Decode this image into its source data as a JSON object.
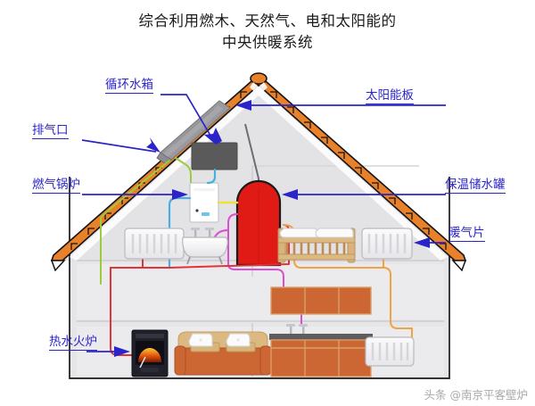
{
  "title": {
    "line1": "综合利用燃木、天然气、电和太阳能的",
    "line2": "中央供暖系统"
  },
  "labels": {
    "circulation_tank": "循环水箱",
    "exhaust_vent": "排气口",
    "gas_boiler": "燃气锅炉",
    "hot_water_stove": "热水火炉",
    "solar_panel": "太阳能板",
    "insulated_storage_tank": "保温储水罐",
    "radiator": "暖气片"
  },
  "watermark": "头条 @南京平客壁炉",
  "colors": {
    "label_blue": "#2b24c8",
    "roof_orange": "#e8812a",
    "wall_gray": "#e3e3e6",
    "tank_red": "#e01b16",
    "circulation_tank_gray": "#5a5a5a",
    "solar_panel_gray": "#9a9a9e",
    "pipe_green": "#9ccb3b",
    "pipe_blue": "#4aaee0",
    "pipe_red": "#e0343a",
    "pipe_orange": "#f0a343",
    "pipe_magenta": "#d94fd0",
    "pipe_yellow": "#efe13a",
    "furniture_orange": "#cc6633",
    "wood_tan": "#d9b37c",
    "counter_gray": "#5d5d5d"
  },
  "diagram": {
    "house": "cutaway cross-section of a two-and-a-half storey house",
    "floors": [
      "attic",
      "middle floor",
      "ground floor"
    ],
    "components": [
      {
        "name": "solar-panel",
        "floor": "roof",
        "label": "太阳能板"
      },
      {
        "name": "exhaust-vent",
        "floor": "roof",
        "label": "排气口"
      },
      {
        "name": "circulation-tank",
        "floor": "attic",
        "label": "循环水箱"
      },
      {
        "name": "gas-boiler",
        "floor": "attic",
        "label": "燃气锅炉"
      },
      {
        "name": "insulated-storage-tank",
        "floor": "attic",
        "label": "保温储水罐"
      },
      {
        "name": "radiator-left-middle",
        "floor": "middle",
        "label": "暖气片"
      },
      {
        "name": "bathtub",
        "floor": "middle",
        "label": ""
      },
      {
        "name": "bed",
        "floor": "middle",
        "label": ""
      },
      {
        "name": "radiator-right-middle",
        "floor": "middle",
        "label": "暖气片"
      },
      {
        "name": "wood-stove",
        "floor": "ground",
        "label": "热水火炉"
      },
      {
        "name": "sofa",
        "floor": "ground",
        "label": ""
      },
      {
        "name": "kitchen-cabinets",
        "floor": "ground",
        "label": ""
      },
      {
        "name": "radiator-right-ground",
        "floor": "ground",
        "label": "暖气片"
      }
    ]
  }
}
